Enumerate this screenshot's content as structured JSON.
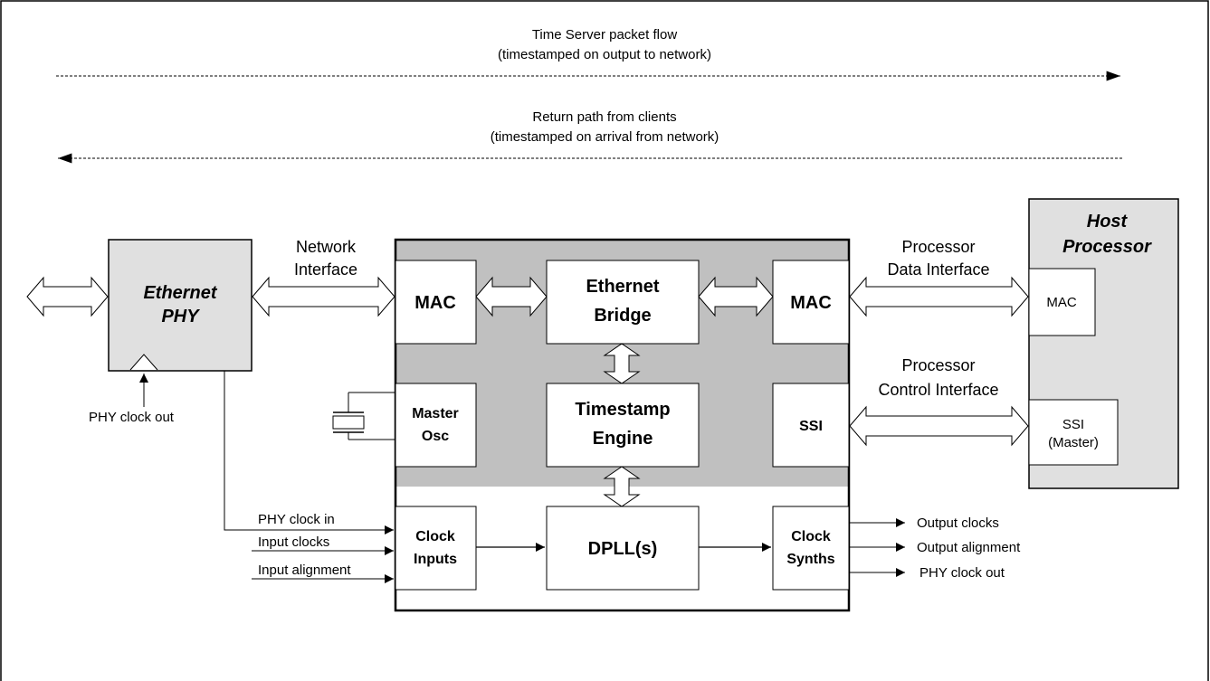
{
  "flows": {
    "outbound_line1": "Time Server packet flow",
    "outbound_line2": "(timestamped on output to network)",
    "return_line1": "Return path from clients",
    "return_line2": "(timestamped on arrival from network)"
  },
  "phy": {
    "line1": "Ethernet",
    "line2": "PHY",
    "clock_out_label": "PHY clock out"
  },
  "network_interface": {
    "line1": "Network",
    "line2": "Interface"
  },
  "chip": {
    "mac_left": "MAC",
    "bridge_line1": "Ethernet",
    "bridge_line2": "Bridge",
    "mac_right": "MAC",
    "osc_line1": "Master",
    "osc_line2": "Osc",
    "ts_line1": "Timestamp",
    "ts_line2": "Engine",
    "ssi": "SSI",
    "clkin_line1": "Clock",
    "clkin_line2": "Inputs",
    "dpll": "DPLL(s)",
    "synth_line1": "Clock",
    "synth_line2": "Synths"
  },
  "processor_data": {
    "line1": "Processor",
    "line2": "Data Interface"
  },
  "processor_control": {
    "line1": "Processor",
    "line2": "Control  Interface"
  },
  "host": {
    "line1": "Host",
    "line2": "Processor",
    "mac": "MAC",
    "ssi_line1": "SSI",
    "ssi_line2": "(Master)"
  },
  "inputs": [
    "PHY clock in",
    "Input clocks",
    "Input alignment"
  ],
  "outputs": [
    "Output clocks",
    "Output alignment",
    "PHY clock out"
  ],
  "colors": {
    "shade": "#c0c0c0",
    "phy_fill": "#e0e0e0",
    "host_fill": "#e0e0e0"
  }
}
